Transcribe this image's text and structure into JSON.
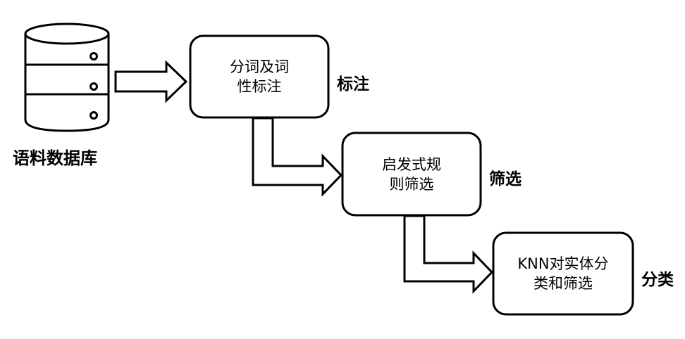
{
  "database": {
    "label": "语料数据库",
    "icon": "database-icon"
  },
  "steps": [
    {
      "line1": "分词及词",
      "line2": "性标注",
      "tag": "标注"
    },
    {
      "line1": "启发式规",
      "line2": "则筛选",
      "tag": "筛选"
    },
    {
      "line1": "KNN对实体分",
      "line2": "类和筛选",
      "tag": "分类"
    }
  ],
  "colors": {
    "stroke": "#000000",
    "fill": "#ffffff"
  }
}
